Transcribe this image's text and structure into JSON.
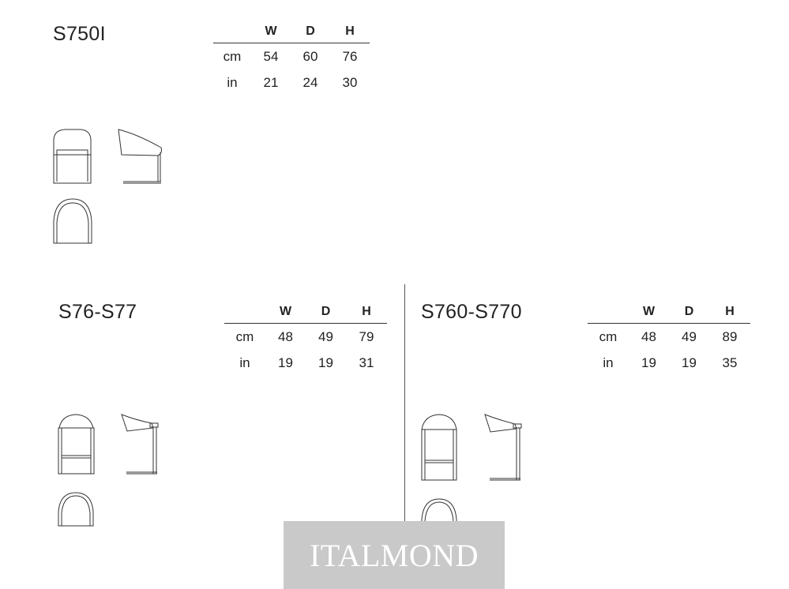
{
  "brand": "ITALMOND",
  "products": [
    {
      "model": "S750I",
      "headers": [
        "W",
        "D",
        "H"
      ],
      "rows": [
        {
          "unit": "cm",
          "w": "54",
          "d": "60",
          "h": "76"
        },
        {
          "unit": "in",
          "w": "21",
          "d": "24",
          "h": "30"
        }
      ]
    },
    {
      "model": "S76-S77",
      "headers": [
        "W",
        "D",
        "H"
      ],
      "rows": [
        {
          "unit": "cm",
          "w": "48",
          "d": "49",
          "h": "79"
        },
        {
          "unit": "in",
          "w": "19",
          "d": "19",
          "h": "31"
        }
      ]
    },
    {
      "model": "S760-S770",
      "headers": [
        "W",
        "D",
        "H"
      ],
      "rows": [
        {
          "unit": "cm",
          "w": "48",
          "d": "49",
          "h": "89"
        },
        {
          "unit": "in",
          "w": "19",
          "d": "19",
          "h": "35"
        }
      ]
    }
  ]
}
